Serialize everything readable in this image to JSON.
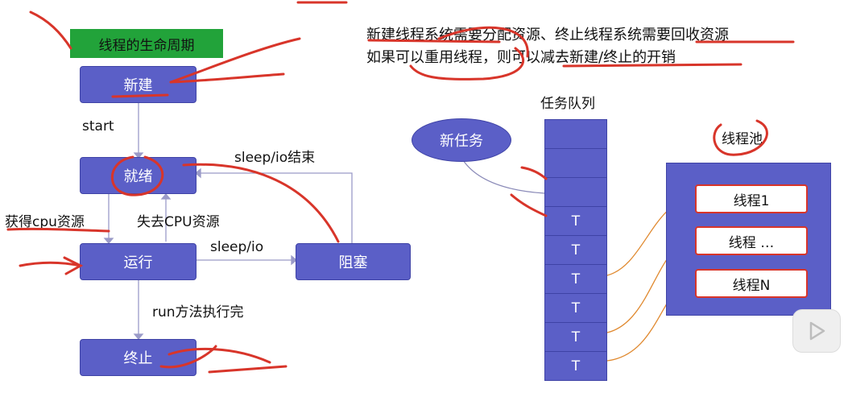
{
  "lifecycle": {
    "title": "线程的生命周期",
    "states": {
      "new": "新建",
      "ready": "就绪",
      "running": "运行",
      "blocked": "阻塞",
      "terminated": "终止"
    },
    "transitions": {
      "start": "start",
      "sleep_io_end": "sleep/io结束",
      "get_cpu": "获得cpu资源",
      "lose_cpu": "失去CPU资源",
      "sleep_io": "sleep/io",
      "run_done": "run方法执行完"
    }
  },
  "notes": {
    "line1": "新建线程系统需要分配资源、终止线程系统需要回收资源",
    "line2": "如果可以重用线程，则可以减去新建/终止的开销"
  },
  "pool_diagram": {
    "new_task": "新任务",
    "queue_title": "任务队列",
    "queue_cells": [
      "",
      "",
      "",
      "T",
      "T",
      "T",
      "T",
      "T",
      "T"
    ],
    "pool_title": "线程池",
    "threads": [
      "线程1",
      "线程 …",
      "线程N"
    ]
  },
  "colors": {
    "box_fill": "#5b5fc7",
    "title_green": "#22a33a",
    "annotation_red": "#d8352a",
    "link_orange": "#e0892f"
  }
}
